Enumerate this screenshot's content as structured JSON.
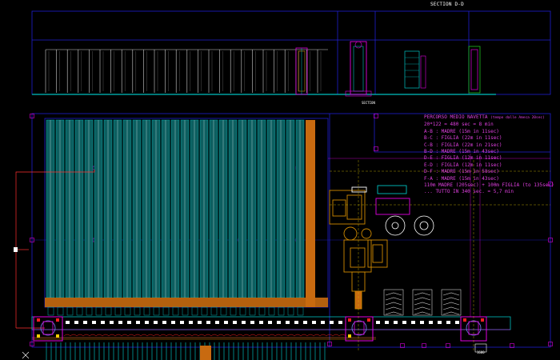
{
  "drawing": {
    "section_label": "SECTION D-D",
    "notes_title": "PERCORSO MEDIO NAVETTA",
    "notes_title_suffix": "(tempo dalle Ameca 20sec)",
    "notes": [
      "20*122 = 480 sec = 8 min",
      "A-B : MADRE (15m in 11sec)",
      "B-C : FIGLIA (22m in 11sec)",
      "C-B : FIGLIA (22m in 21sec)",
      "B-D : MADRE (15m in 43sec)",
      "D-E : FIGLIA (12m in 11sec)",
      "E-D : FIGLIA (12m in 11sec)",
      "D-F : MADRE (15m in 58sec)",
      "F-A : MADRE (15m in 43sec)",
      "110m MADRE (205sec) + 100m FIGLIA (to 135sec)",
      "... TUTTO IN 340 sec. = 5,7 min"
    ],
    "tags": [
      "SECTION",
      "1600"
    ]
  },
  "colors": {
    "background": "#000000",
    "frame": "#2020d0",
    "rack": "#00a0a0",
    "shuttle": "#e000e0",
    "structure": "#d08a00",
    "text": "#ffffff",
    "notes": "#e040e0",
    "accent": "#ff2020"
  }
}
